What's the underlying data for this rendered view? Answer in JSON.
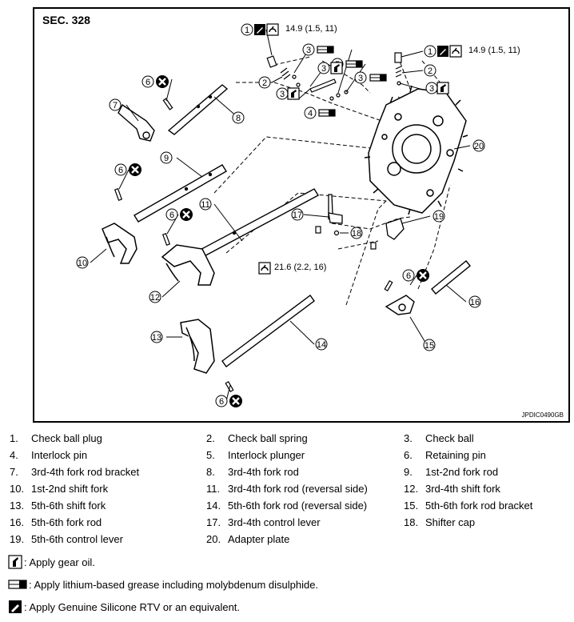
{
  "figure": {
    "section": "SEC. 328",
    "code": "JPDIC0490GB",
    "torque_a": "14.9  (1.5,  11)",
    "torque_b": "14.9  (1.5,  11)",
    "torque_c": "21.6  (2.2,  16)",
    "callouts": [
      "1",
      "2",
      "3",
      "3",
      "3",
      "3",
      "4",
      "5",
      "3",
      "1",
      "2",
      "3",
      "6",
      "7",
      "8",
      "20",
      "9",
      "6",
      "11",
      "6",
      "10",
      "12",
      "17",
      "18",
      "19",
      "6",
      "16",
      "15",
      "13",
      "14",
      "6"
    ]
  },
  "parts": [
    {
      "num": "1.",
      "name": "Check ball plug"
    },
    {
      "num": "2.",
      "name": "Check ball spring"
    },
    {
      "num": "3.",
      "name": "Check ball"
    },
    {
      "num": "4.",
      "name": "Interlock pin"
    },
    {
      "num": "5.",
      "name": "Interlock plunger"
    },
    {
      "num": "6.",
      "name": "Retaining pin"
    },
    {
      "num": "7.",
      "name": "3rd-4th fork rod bracket"
    },
    {
      "num": "8.",
      "name": "3rd-4th fork rod"
    },
    {
      "num": "9.",
      "name": "1st-2nd fork rod"
    },
    {
      "num": "10.",
      "name": "1st-2nd shift fork"
    },
    {
      "num": "11.",
      "name": "3rd-4th fork rod (reversal side)"
    },
    {
      "num": "12.",
      "name": "3rd-4th shift fork"
    },
    {
      "num": "13.",
      "name": "5th-6th shift fork"
    },
    {
      "num": "14.",
      "name": "5th-6th fork rod (reversal side)"
    },
    {
      "num": "15.",
      "name": "5th-6th fork rod bracket"
    },
    {
      "num": "16.",
      "name": "5th-6th fork rod"
    },
    {
      "num": "17.",
      "name": "3rd-4th control lever"
    },
    {
      "num": "18.",
      "name": "Shifter cap"
    },
    {
      "num": "19.",
      "name": "5th-6th control lever"
    },
    {
      "num": "20.",
      "name": "Adapter plate"
    }
  ],
  "notes": {
    "gear_oil": ": Apply gear oil.",
    "grease": ": Apply lithium-based grease including molybdenum disulphide.",
    "rtv": ": Apply Genuine Silicone RTV or an equivalent."
  },
  "icons": [
    "gear-oil-icon",
    "grease-icon",
    "rtv-icon",
    "torque-icon",
    "do-not-reuse-icon"
  ]
}
